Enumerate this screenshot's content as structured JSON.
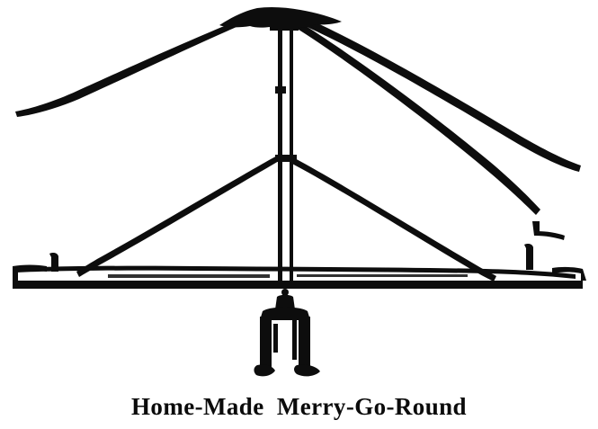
{
  "figure": {
    "caption": "Home-Made  Merry-Go-Round",
    "ink_color": "#0d0d0d",
    "background_color": "#ffffff",
    "parts": {
      "apex_cap": "apex-cap",
      "center_pole": "center-pole",
      "cross_beam": "cross-beam",
      "pedestal": "pedestal-barrel",
      "left_peg": "left-handle-peg",
      "right_peg": "right-handle-peg",
      "anchor_hook": "rope-anchor-hook",
      "ropes": [
        "rope-apex-to-left",
        "rope-apex-to-right",
        "rope-apex-to-hook",
        "guy-mid-left",
        "guy-mid-right"
      ]
    }
  }
}
